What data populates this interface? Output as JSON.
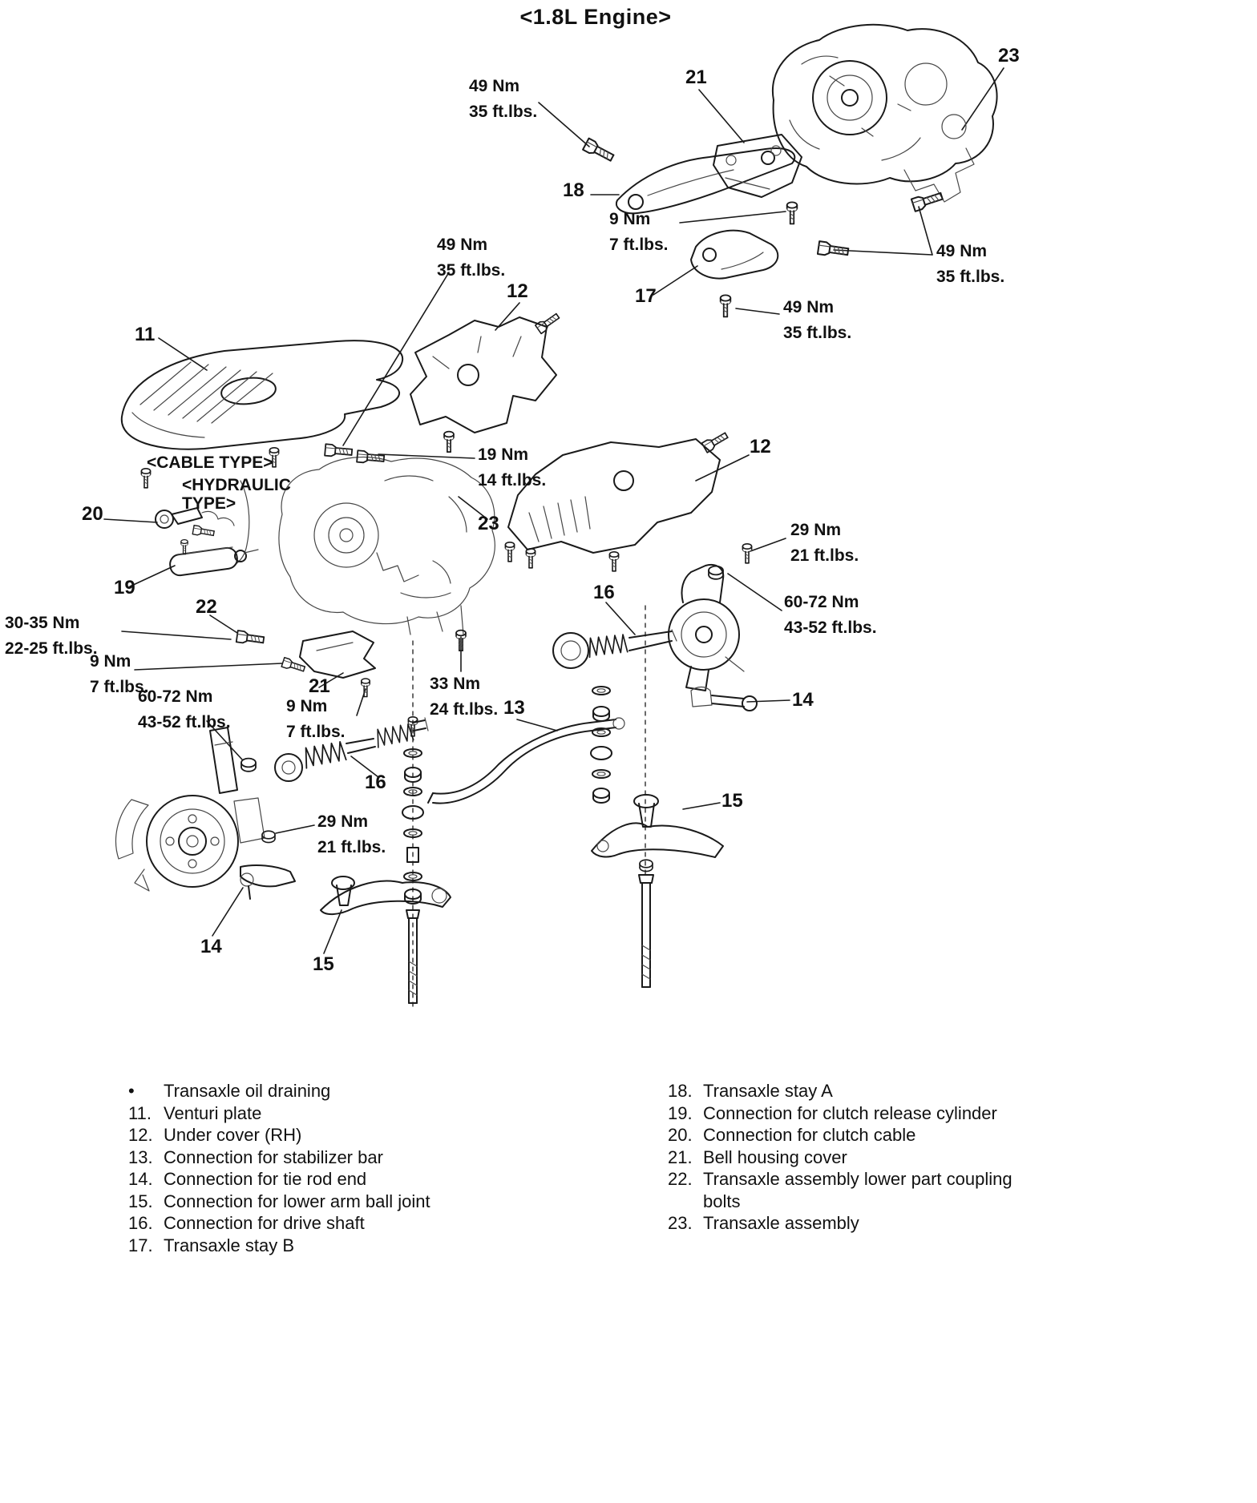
{
  "title": "<1.8L Engine>",
  "labels": {
    "cable_type": "<CABLE TYPE>",
    "hydraulic_type_line1": "<HYDRAULIC",
    "hydraulic_type_line2": "TYPE>"
  },
  "colors": {
    "ink": "#1a1a1a",
    "background": "#ffffff"
  },
  "torques": [
    {
      "nm": "49 Nm",
      "ft": "35 ft.lbs."
    },
    {
      "nm": "9 Nm",
      "ft": "7 ft.lbs."
    },
    {
      "nm": "49 Nm",
      "ft": "35 ft.lbs."
    },
    {
      "nm": "49 Nm",
      "ft": "35 ft.lbs."
    },
    {
      "nm": "49 Nm",
      "ft": "35 ft.lbs."
    },
    {
      "nm": "19 Nm",
      "ft": "14 ft.lbs."
    },
    {
      "nm": "29 Nm",
      "ft": "21 ft.lbs."
    },
    {
      "nm": "60-72 Nm",
      "ft": "43-52 ft.lbs."
    },
    {
      "nm": "30-35 Nm",
      "ft": "22-25 ft.lbs."
    },
    {
      "nm": "9 Nm",
      "ft": "7 ft.lbs."
    },
    {
      "nm": "33 Nm",
      "ft": "24 ft.lbs."
    },
    {
      "nm": "60-72 Nm",
      "ft": "43-52 ft.lbs."
    },
    {
      "nm": "9 Nm",
      "ft": "7 ft.lbs."
    },
    {
      "nm": "29 Nm",
      "ft": "21 ft.lbs."
    }
  ],
  "callouts": [
    "21",
    "23",
    "18",
    "17",
    "12",
    "11",
    "20",
    "12",
    "23",
    "19",
    "16",
    "22",
    "21",
    "13",
    "14",
    "16",
    "15",
    "14",
    "15"
  ],
  "legend": {
    "left": [
      {
        "num": "•",
        "text": "Transaxle oil draining"
      },
      {
        "num": "11.",
        "text": "Venturi plate"
      },
      {
        "num": "12.",
        "text": "Under cover (RH)"
      },
      {
        "num": "13.",
        "text": "Connection for stabilizer bar"
      },
      {
        "num": "14.",
        "text": "Connection for tie rod end"
      },
      {
        "num": "15.",
        "text": "Connection for lower arm ball joint"
      },
      {
        "num": "16.",
        "text": "Connection for drive shaft"
      },
      {
        "num": "17.",
        "text": "Transaxle stay B"
      }
    ],
    "right": [
      {
        "num": "18.",
        "text": "Transaxle stay A"
      },
      {
        "num": "19.",
        "text": "Connection for clutch release cylinder"
      },
      {
        "num": "20.",
        "text": "Connection for clutch cable"
      },
      {
        "num": "21.",
        "text": "Bell housing cover"
      },
      {
        "num": "22.",
        "text": "Transaxle assembly lower part coupling bolts"
      },
      {
        "num": "23.",
        "text": "Transaxle assembly"
      }
    ]
  }
}
